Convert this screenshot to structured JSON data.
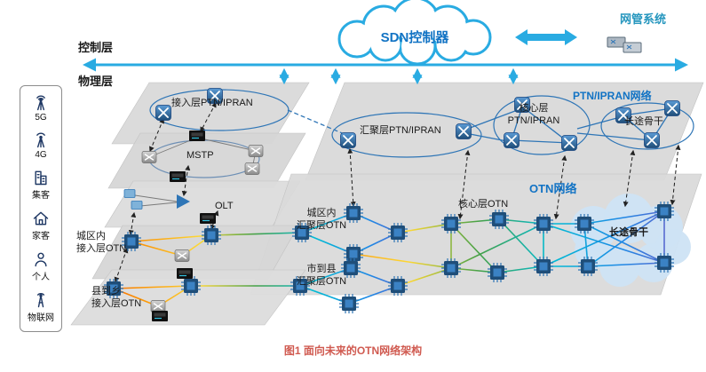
{
  "colors": {
    "accent_blue": "#1273c4",
    "line_blue": "#29abe2",
    "nms_teal": "#2596be",
    "plane_gray": "#d9d9d9",
    "ellipse_stroke": "#2e75b6",
    "caption_red": "#d05a50",
    "sidebar_icon_navy": "#1f3864"
  },
  "header": {
    "control_layer": "控制层",
    "physical_layer": "物理层",
    "sdn_controller": "SDN控制器",
    "nms": "网管系统"
  },
  "sidebar": {
    "items": [
      {
        "label": "5G",
        "icon": "antenna-5g-icon"
      },
      {
        "label": "4G",
        "icon": "antenna-4g-icon"
      },
      {
        "label": "集客",
        "icon": "building-icon"
      },
      {
        "label": "家客",
        "icon": "house-icon"
      },
      {
        "label": "个人",
        "icon": "person-icon"
      },
      {
        "label": "物联网",
        "icon": "iot-tower-icon"
      }
    ]
  },
  "ptn": {
    "network_label": "PTN/IPRAN网络",
    "access_ring": "接入层PTN/IPRAN",
    "aggregation_ring": "汇聚层PTN/IPRAN",
    "core_ring": "核心层\nPTN/IPRAN",
    "backbone_ring": "长途骨干"
  },
  "legacy": {
    "mstp": "MSTP",
    "olt": "OLT"
  },
  "otn": {
    "network_label": "OTN网络",
    "city_aggregation": "城区内\n汇聚层OTN",
    "county_aggregation": "市到县\n汇聚层OTN",
    "core": "核心层OTN",
    "backbone": "长途骨干",
    "city_access": "城区内\n接入层OTN",
    "county_access": "县到乡\n接入层OTN"
  },
  "caption": "图1 面向未来的OTN网络架构"
}
